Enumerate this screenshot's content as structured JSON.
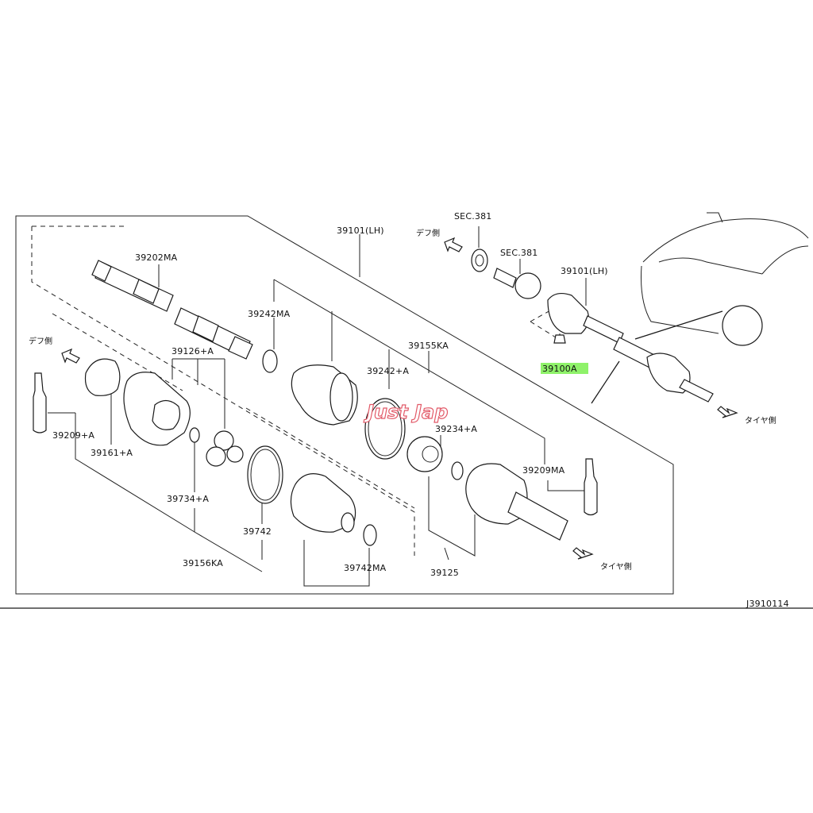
{
  "labels": {
    "p39202MA": "39202MA",
    "p39101LH_main": "39101(LH)",
    "p39242MA": "39242MA",
    "p39126A": "39126+A",
    "p39155KA": "39155KA",
    "p39242A": "39242+A",
    "p39209A": "39209+A",
    "p39161A": "39161+A",
    "p39234A": "39234+A",
    "p39734A": "39734+A",
    "p39209MA": "39209MA",
    "p39742": "39742",
    "p39156KA": "39156KA",
    "p39742MA": "39742MA",
    "p39125": "39125",
    "p39101LH_small": "39101(LH)",
    "p39100A": "39100A",
    "sec381_top": "SEC.381",
    "sec381_mid": "SEC.381"
  },
  "directions": {
    "diff_side_left": "デフ側",
    "diff_side_top": "デフ側",
    "tire_side_bottom": "タイヤ側",
    "tire_side_right": "タイヤ側"
  },
  "diagram_code": "J3910114",
  "watermark": "Just Jap",
  "colors": {
    "highlight": "#8ff26a",
    "watermark_outline": "#e25a68",
    "line": "#222222"
  }
}
